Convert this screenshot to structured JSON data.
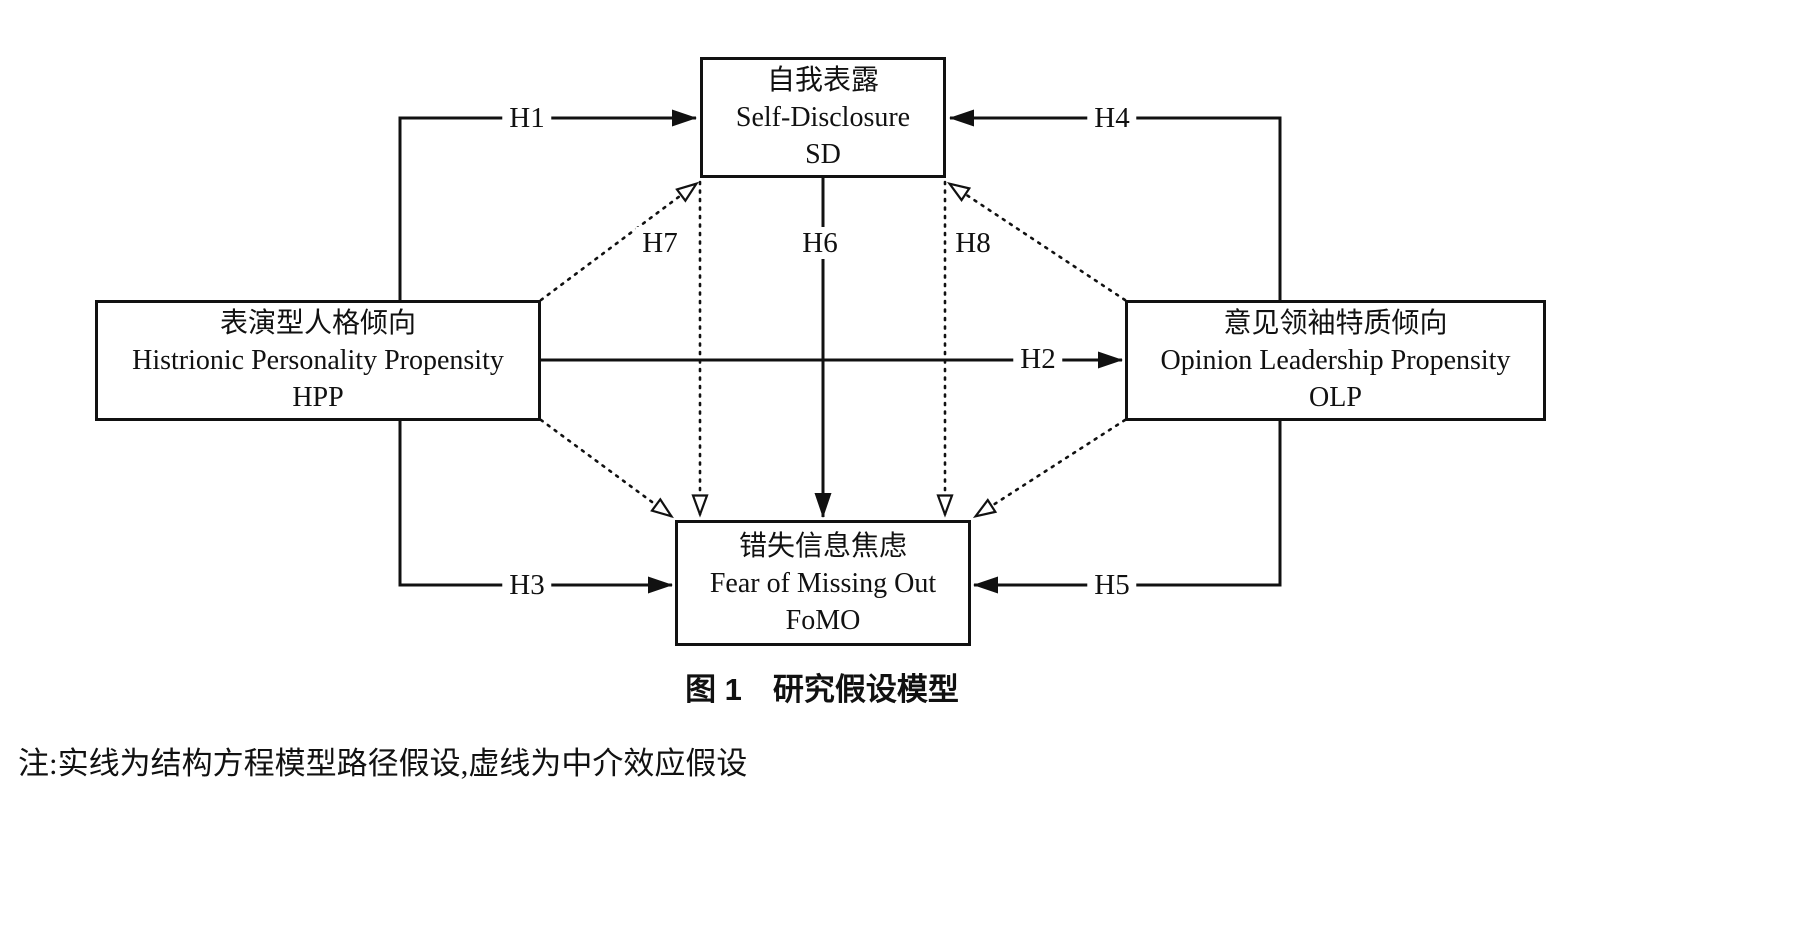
{
  "figure": {
    "caption": "图 1　研究假设模型",
    "note": "注:实线为结构方程模型路径假设,虚线为中介效应假设"
  },
  "colors": {
    "ink": "#111111",
    "background": "#ffffff"
  },
  "nodes": {
    "sd": {
      "zh": "自我表露",
      "en": "Self-Disclosure",
      "abbr": "SD"
    },
    "hpp": {
      "zh": "表演型人格倾向",
      "en": "Histrionic Personality Propensity",
      "abbr": "HPP"
    },
    "olp": {
      "zh": "意见领袖特质倾向",
      "en": "Opinion Leadership Propensity",
      "abbr": "OLP"
    },
    "fomo": {
      "zh": "错失信息焦虑",
      "en": "Fear of Missing Out",
      "abbr": "FoMO"
    }
  },
  "edges": {
    "h1": {
      "label": "H1",
      "from": "HPP",
      "to": "SD",
      "style": "solid"
    },
    "h2": {
      "label": "H2",
      "from": "HPP",
      "to": "OLP",
      "style": "solid"
    },
    "h3": {
      "label": "H3",
      "from": "HPP",
      "to": "FoMO",
      "style": "solid"
    },
    "h4": {
      "label": "H4",
      "from": "OLP",
      "to": "SD",
      "style": "solid"
    },
    "h5": {
      "label": "H5",
      "from": "OLP",
      "to": "FoMO",
      "style": "solid"
    },
    "h6": {
      "label": "H6",
      "from": "SD",
      "to": "FoMO",
      "style": "solid"
    },
    "h7": {
      "label": "H7",
      "from": "HPP",
      "via": "SD",
      "to": "FoMO",
      "style": "dotted"
    },
    "h8": {
      "label": "H8",
      "from": "OLP",
      "via": "SD",
      "to": "FoMO",
      "style": "dotted"
    }
  }
}
